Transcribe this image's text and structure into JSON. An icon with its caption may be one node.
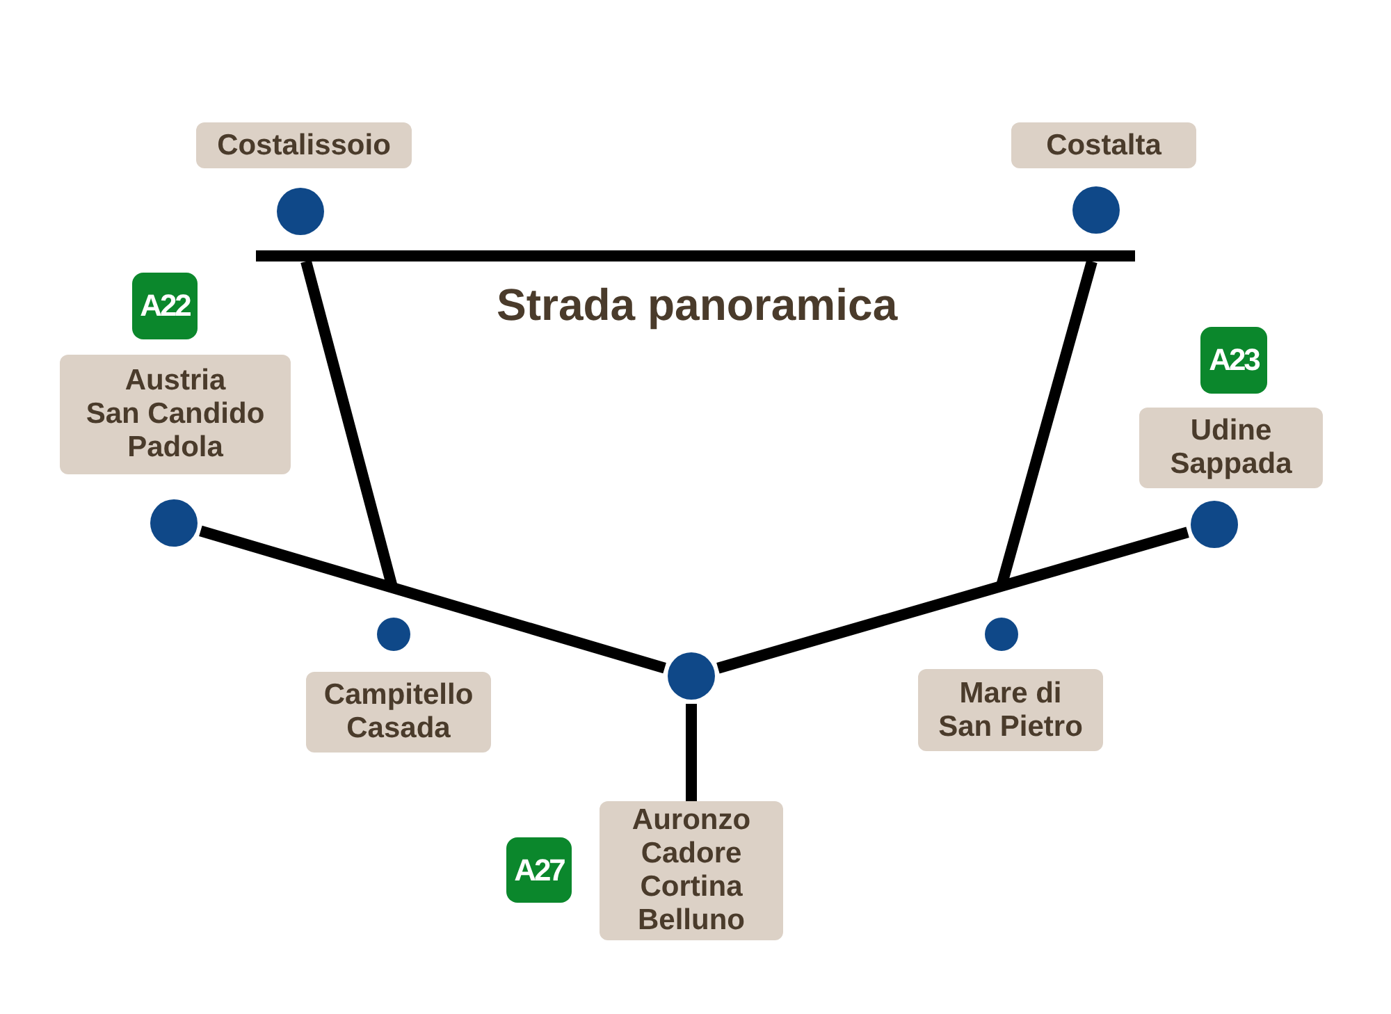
{
  "diagram": {
    "nodes": [
      {
        "text": [
          "Costalissoio"
        ]
      },
      {
        "text": [
          "Costalta"
        ]
      },
      {
        "text": [],
        "shape": "circle"
      },
      {
        "text": [],
        "shape": "circle"
      },
      {
        "text": [],
        "shape": "bar",
        "beside": [
          "Strada panoramica"
        ]
      },
      {
        "text": [
          "A22"
        ]
      },
      {
        "text": [
          "A23"
        ]
      },
      {
        "text": [
          "Austria",
          "San Candido",
          "Padola"
        ]
      },
      {
        "text": [
          "Udine",
          "Sappada"
        ]
      },
      {
        "text": [],
        "shape": "circle"
      },
      {
        "text": [],
        "shape": "circle"
      },
      {
        "text": [],
        "shape": "circle"
      },
      {
        "text": [],
        "shape": "circle"
      },
      {
        "text": [],
        "shape": "circle"
      },
      {
        "text": [
          "Campitello",
          "Casada"
        ]
      },
      {
        "text": [
          "Mare di San Pietro"
        ]
      },
      {
        "text": [
          "A27"
        ]
      },
      {
        "text": [
          "Auronzo",
          "Cadore",
          "Cortina",
          "Belluno"
        ]
      }
    ],
    "edges": [
      {
        "from": 4,
        "to": null,
        "arrow": "none"
      },
      {
        "from": 4,
        "to": null,
        "arrow": "none"
      },
      {
        "from": 9,
        "to": 13,
        "arrow": "none"
      },
      {
        "from": 10,
        "to": 13,
        "arrow": "none"
      },
      {
        "from": 13,
        "to": 17,
        "arrow": "none"
      }
    ]
  }
}
